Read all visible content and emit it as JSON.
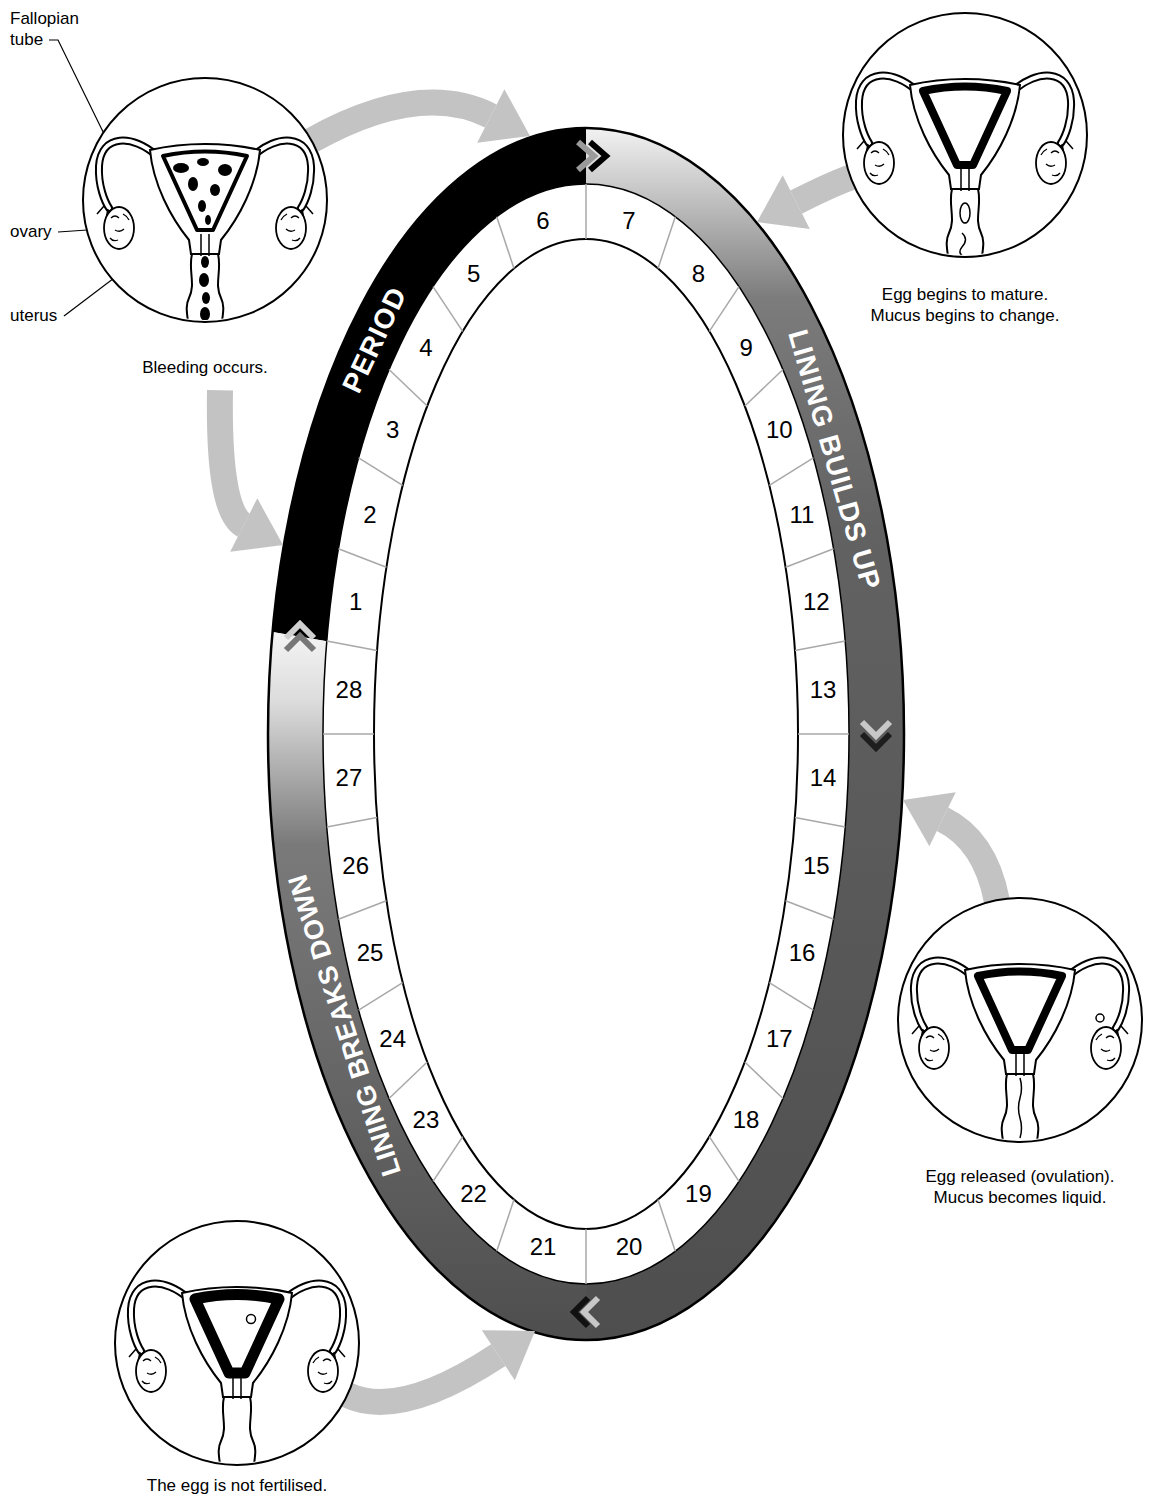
{
  "diagram": {
    "nodes": [
      {
        "text": [
          "Bleeding occurs."
        ]
      },
      {
        "text": [
          "PERIOD"
        ]
      },
      {
        "text": [
          "Egg begins to mature. Mucus begins to change."
        ]
      },
      {
        "text": [
          "LINING BUILDS UP"
        ]
      },
      {
        "text": [
          "Egg released (ovulation). Mucus becomes liquid."
        ]
      },
      {
        "text": [
          "LINING BREAKS DOWN"
        ]
      },
      {
        "text": [
          "The egg is not fertilised."
        ]
      }
    ],
    "edges": [
      {
        "from": 0,
        "to": 1,
        "arrow": "to"
      },
      {
        "from": 0,
        "to": 1,
        "arrow": "to"
      },
      {
        "from": 2,
        "to": 3,
        "arrow": "to"
      },
      {
        "from": 4,
        "to": 3,
        "arrow": "to"
      },
      {
        "from": 6,
        "to": 5,
        "arrow": "to"
      }
    ],
    "labels": [
      "Fallopian tube",
      "ovary",
      "uterus",
      "1",
      "2",
      "3",
      "4",
      "5",
      "6",
      "7",
      "8",
      "9",
      "10",
      "11",
      "12",
      "13",
      "14",
      "15",
      "16",
      "17",
      "18",
      "19",
      "20",
      "21",
      "22",
      "23",
      "24",
      "25",
      "26",
      "27",
      "28"
    ]
  }
}
